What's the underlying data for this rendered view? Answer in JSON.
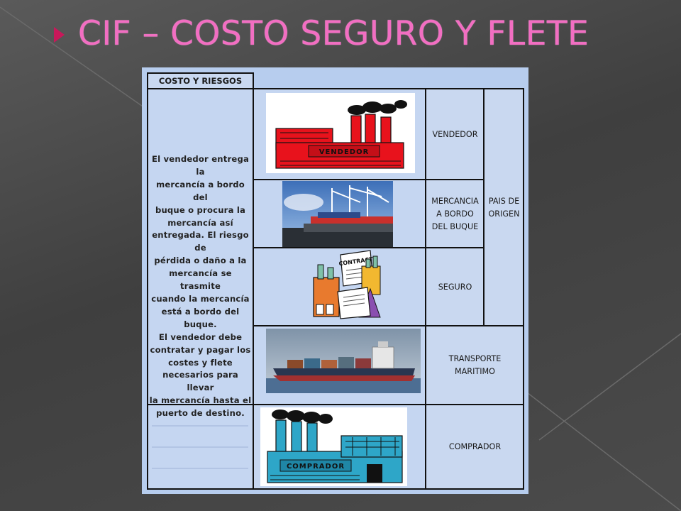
{
  "slide": {
    "title": "CIF – COSTO SEGURO Y FLETE"
  },
  "table": {
    "header": "COSTO Y RIESGOS",
    "description": [
      "El vendedor entrega la",
      "mercancía a bordo del",
      "buque o procura la",
      "mercancía así",
      "entregada. El riesgo de",
      "pérdida o daño a la",
      "mercancía se trasmite",
      "cuando la mercancía",
      "está a bordo del buque.",
      "El vendedor debe",
      "contratar y pagar los",
      "costes y flete",
      "necesarios para llevar",
      "la mercancía hasta el",
      "puerto de destino."
    ],
    "rows": {
      "vendedor": "VENDEDOR",
      "mercancia": [
        "MERCANCIA",
        "A BORDO",
        "DEL BUQUE"
      ],
      "seguro": "SEGURO",
      "transporte": [
        "TRANSPORTE",
        "MARITIMO"
      ],
      "comprador": "COMPRADOR"
    },
    "pais": [
      "PAIS DE",
      "ORIGEN"
    ],
    "factory_vendedor_sign": "VENDEDOR",
    "factory_comprador_sign": "COMPRADOR",
    "contract_word": "CONTRACT"
  },
  "colors": {
    "title": "#f26ec2",
    "cell_bg": "#c9d8f0",
    "vendedor_factory": "#e8121c",
    "comprador_factory": "#2ea6c8"
  }
}
